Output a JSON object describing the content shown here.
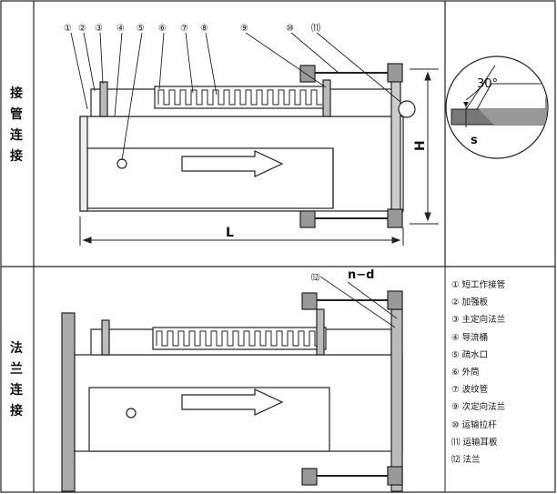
{
  "sections": {
    "pipe": {
      "label_chars": [
        "接",
        "管",
        "连",
        "接"
      ]
    },
    "flange": {
      "label_chars": [
        "法",
        "兰",
        "连",
        "接"
      ]
    }
  },
  "callouts": {
    "top": [
      "①",
      "②",
      "③",
      "④",
      "⑤",
      "⑥",
      "⑦",
      "⑧",
      "⑨",
      "⑩",
      "⑾"
    ],
    "bottom": "⑿"
  },
  "dimensions": {
    "length": "L",
    "height": "H",
    "weld_angle": "30°",
    "thickness": "s",
    "bolt_holes": "n−d"
  },
  "legend": [
    {
      "num": "①",
      "text": "短工作接管"
    },
    {
      "num": "②",
      "text": "加强板"
    },
    {
      "num": "③",
      "text": "主定向法兰"
    },
    {
      "num": "④",
      "text": "导流桶"
    },
    {
      "num": "⑤",
      "text": "疏水口"
    },
    {
      "num": "⑥",
      "text": "外筒"
    },
    {
      "num": "⑦",
      "text": "波纹管"
    },
    {
      "num": "⑨",
      "text": "次定向法兰"
    },
    {
      "num": "⑩",
      "text": "运输拉杆"
    },
    {
      "num": "⑾",
      "text": "运输耳板"
    },
    {
      "num": "⑿",
      "text": "法兰"
    }
  ]
}
